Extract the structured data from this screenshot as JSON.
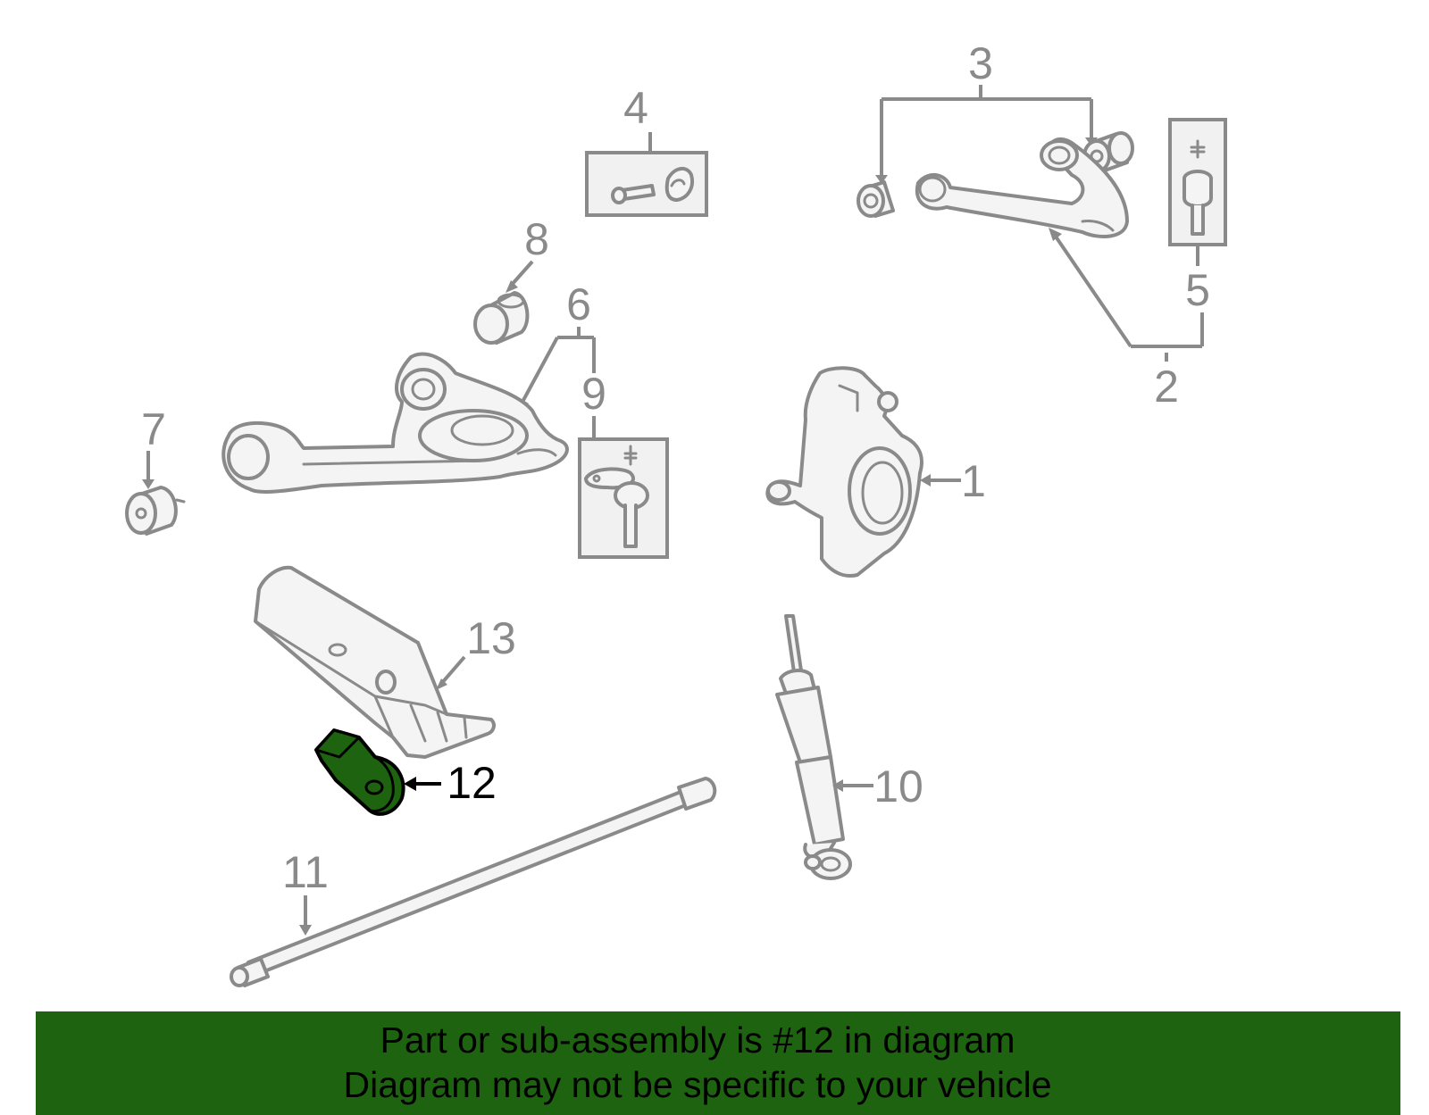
{
  "diagram": {
    "highlight_color": "#1e6410",
    "line_color": "#8a8a8a",
    "callouts": [
      {
        "id": "1",
        "label": "1"
      },
      {
        "id": "2",
        "label": "2"
      },
      {
        "id": "3",
        "label": "3"
      },
      {
        "id": "4",
        "label": "4"
      },
      {
        "id": "5",
        "label": "5"
      },
      {
        "id": "6",
        "label": "6"
      },
      {
        "id": "7",
        "label": "7"
      },
      {
        "id": "8",
        "label": "8"
      },
      {
        "id": "9",
        "label": "9"
      },
      {
        "id": "10",
        "label": "10"
      },
      {
        "id": "11",
        "label": "11"
      },
      {
        "id": "12",
        "label": "12"
      },
      {
        "id": "13",
        "label": "13"
      }
    ],
    "highlighted_part": "12"
  },
  "banner": {
    "background": "#1e6410",
    "line1": "Part or sub-assembly is #12 in diagram",
    "line2": "Diagram may not be specific to your vehicle"
  }
}
